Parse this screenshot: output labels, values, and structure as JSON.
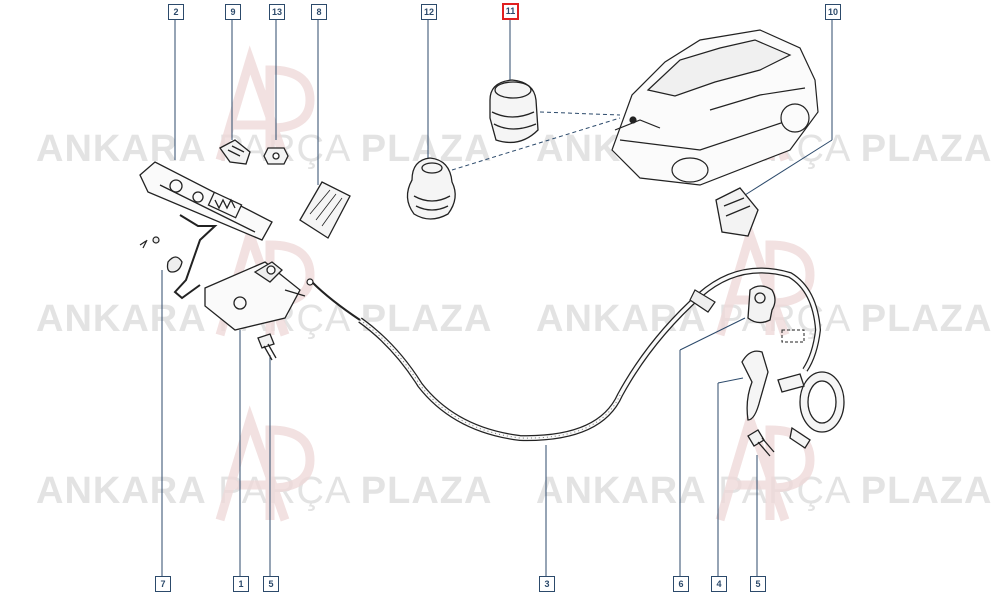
{
  "watermark": {
    "part1": "ANKARA",
    "part2": "PARÇA",
    "part3": "PLAZA",
    "logo": "AP"
  },
  "callouts": {
    "c2": "2",
    "c9": "9",
    "c13": "13",
    "c8": "8",
    "c12": "12",
    "c11": "11",
    "c10": "10",
    "c7": "7",
    "c1": "1",
    "c5a": "5",
    "c3": "3",
    "c6": "6",
    "c4": "4",
    "c5b": "5"
  },
  "highlight_color": "#e02020",
  "line_color": "#2c4a6b"
}
